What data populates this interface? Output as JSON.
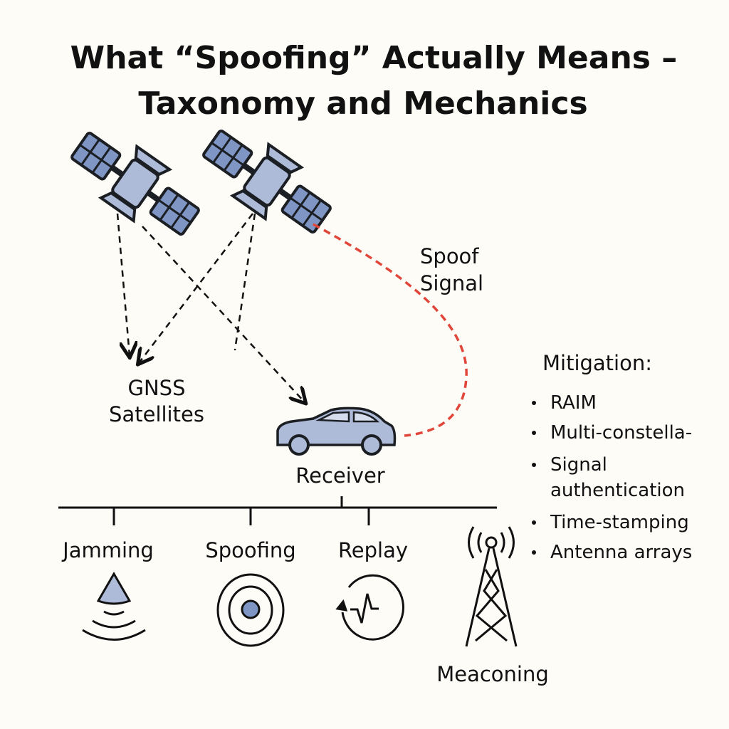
{
  "title": {
    "line1": "What “Spoofing” Actually Means –",
    "line2": "Taxonomy and Mechanics"
  },
  "satellites_label": {
    "line1": "GNSS",
    "line2": "Satellites"
  },
  "spoof_label": {
    "line1": "Spoof",
    "line2": "Signal"
  },
  "receiver_label": "Receiver",
  "taxonomy": [
    {
      "label": "Jamming",
      "icon": "jamming-cone-icon"
    },
    {
      "label": "Spoofing",
      "icon": "target-circles-icon"
    },
    {
      "label": "Replay",
      "icon": "replay-signal-icon"
    },
    {
      "label": "Meaconing",
      "icon": "radio-tower-icon"
    }
  ],
  "mitigation": {
    "heading": "Mitigation:",
    "items": [
      "RAIM",
      "Multi-constella-",
      "Signal",
      "authentication",
      "Time-stamping",
      "Antenna arrays"
    ]
  },
  "colors": {
    "background": "#fdfcf7",
    "spoof_signal": "#e0463a",
    "accent_blue": "#7f95c4"
  }
}
